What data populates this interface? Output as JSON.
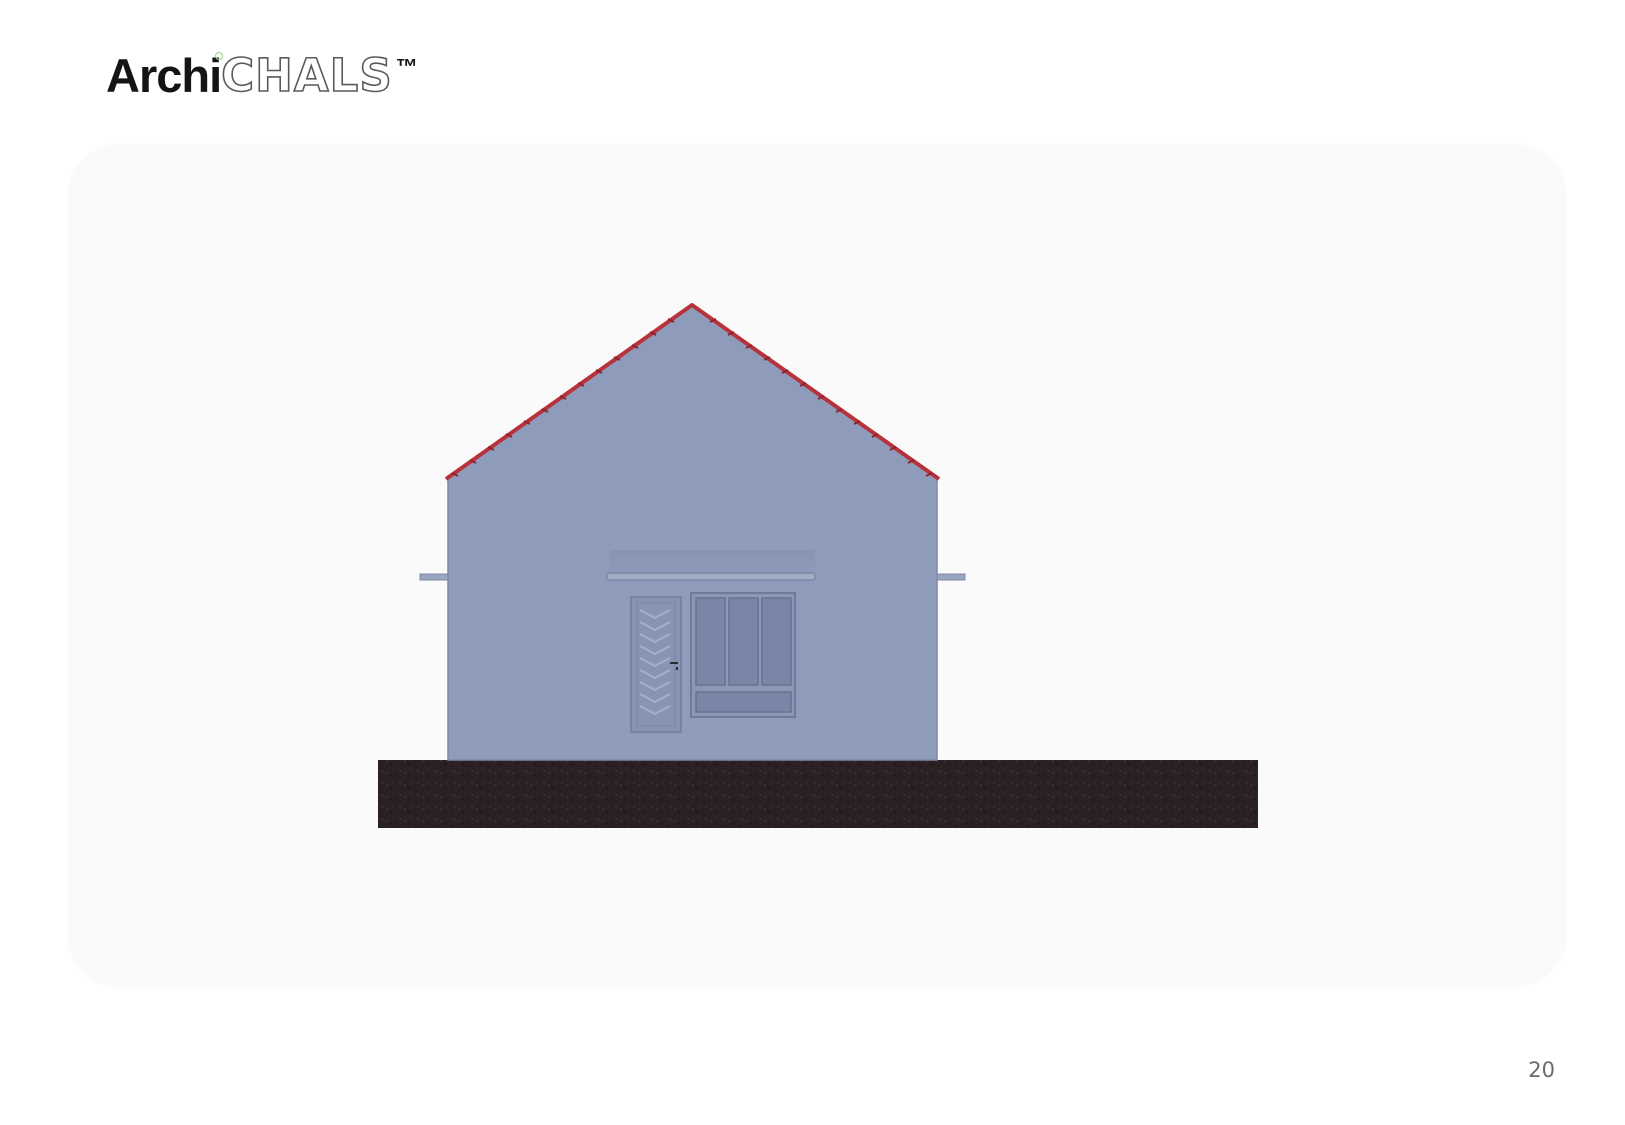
{
  "logo": {
    "part_black": "Archi",
    "part_outline": "CHALS",
    "trademark": "™"
  },
  "page": {
    "number": "20"
  },
  "colors": {
    "wall": "#8e9bba",
    "roof_edge": "#b7323a",
    "ground": "#2b2125",
    "panel": "#fafafa"
  }
}
